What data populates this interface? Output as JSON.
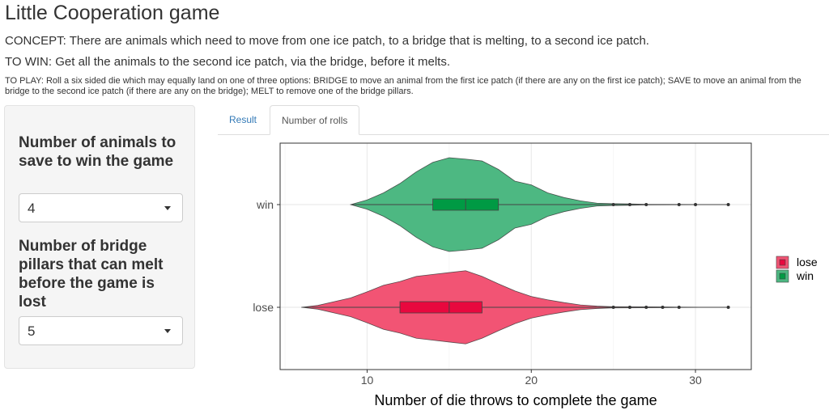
{
  "title": "Little Cooperation game",
  "concept": "CONCEPT: There are animals which need to move from one ice patch, to a bridge that is melting, to a second ice patch.",
  "to_win": "TO WIN: Get all the animals to the second ice patch, via the bridge, before it melts.",
  "to_play": "TO PLAY: Roll a six sided die which may equally land on one of three options: BRIDGE to move an animal from the first ice patch (if there are any on the first ice patch); SAVE to move an animal from the bridge to the second ice patch (if there are any on the bridge); MELT to remove one of the bridge pillars.",
  "sidebar": {
    "animals_label": "Number of animals to save to win the game",
    "animals_value": "4",
    "pillars_label": "Number of bridge pillars that can melt before the game is lost",
    "pillars_value": "5"
  },
  "tabs": [
    {
      "label": "Result"
    },
    {
      "label": "Number of rolls"
    }
  ],
  "chart_data": {
    "type": "violin",
    "xlabel": "Number of die throws to complete the game",
    "xlim": [
      4.7,
      33.4
    ],
    "xticks": [
      10,
      20,
      30
    ],
    "categories": [
      "lose",
      "win"
    ],
    "legend": {
      "position": "right",
      "entries": [
        "lose",
        "win"
      ]
    },
    "series": [
      {
        "name": "win",
        "color": "#009a44",
        "fill": "#4db882",
        "min": 9,
        "q1": 14,
        "median": 16,
        "q3": 18,
        "whisker_high": 24,
        "outliers": [
          25,
          26,
          27,
          29,
          30,
          32
        ],
        "density": [
          [
            9,
            0
          ],
          [
            10,
            0.1
          ],
          [
            11,
            0.25
          ],
          [
            12,
            0.45
          ],
          [
            13,
            0.7
          ],
          [
            14,
            0.9
          ],
          [
            15,
            1.0
          ],
          [
            16,
            0.97
          ],
          [
            17,
            0.93
          ],
          [
            18,
            0.75
          ],
          [
            19,
            0.5
          ],
          [
            20,
            0.42
          ],
          [
            21,
            0.25
          ],
          [
            22,
            0.15
          ],
          [
            23,
            0.08
          ],
          [
            24,
            0.03
          ],
          [
            25,
            0.02
          ],
          [
            26,
            0.015
          ],
          [
            27,
            0.005
          ],
          [
            32,
            0
          ]
        ]
      },
      {
        "name": "lose",
        "color": "#e8083e",
        "fill": "#f25474",
        "min": 6,
        "q1": 12,
        "median": 15,
        "q3": 17,
        "whisker_high": 24,
        "outliers": [
          25,
          26,
          27,
          28,
          29,
          32
        ],
        "density": [
          [
            6,
            0
          ],
          [
            7,
            0.04
          ],
          [
            8,
            0.12
          ],
          [
            9,
            0.2
          ],
          [
            10,
            0.33
          ],
          [
            11,
            0.47
          ],
          [
            12,
            0.55
          ],
          [
            13,
            0.66
          ],
          [
            14,
            0.7
          ],
          [
            15,
            0.74
          ],
          [
            16,
            0.78
          ],
          [
            17,
            0.66
          ],
          [
            18,
            0.5
          ],
          [
            19,
            0.35
          ],
          [
            20,
            0.23
          ],
          [
            21,
            0.16
          ],
          [
            22,
            0.1
          ],
          [
            23,
            0.05
          ],
          [
            24,
            0.025
          ],
          [
            25,
            0.012
          ],
          [
            28,
            0.008
          ],
          [
            29,
            0.004
          ],
          [
            32,
            0
          ]
        ]
      }
    ]
  }
}
